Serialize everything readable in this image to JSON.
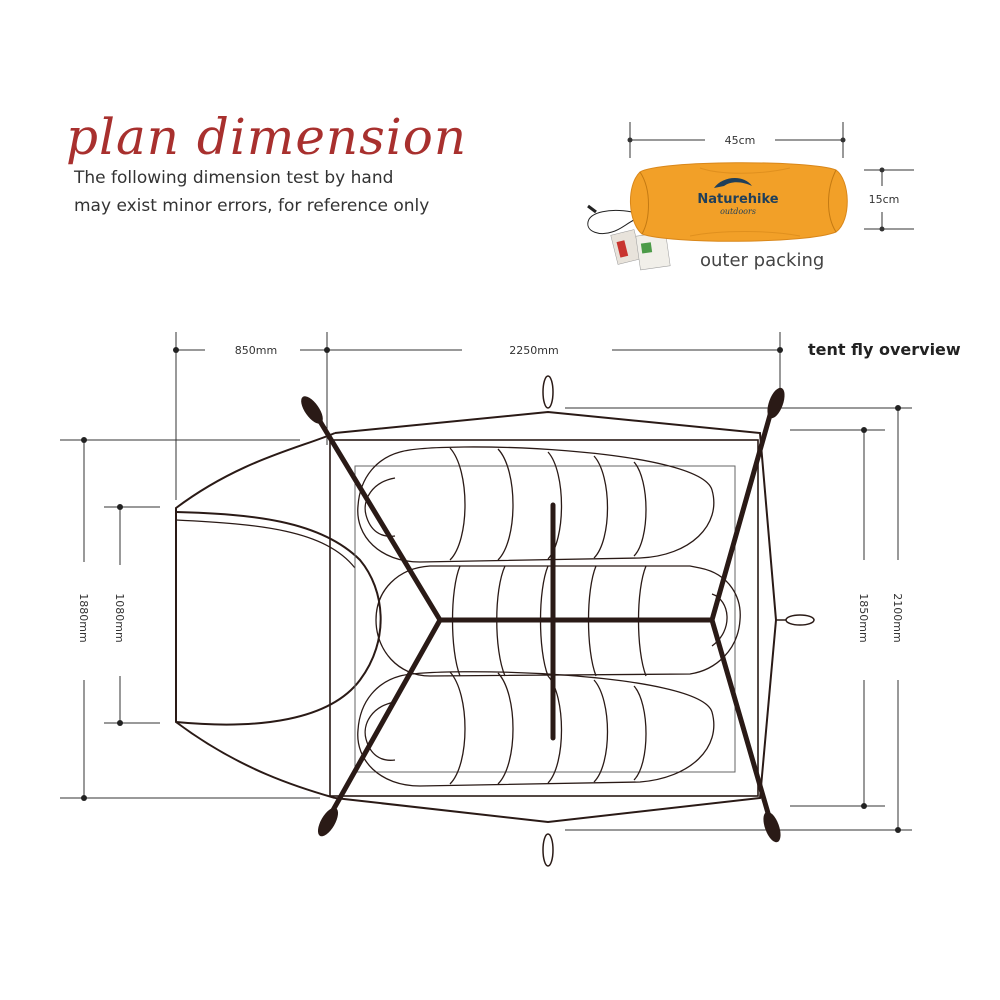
{
  "header": {
    "title": "plan dimension",
    "note_line1": "The following dimension test by hand",
    "note_line2": "may exist minor errors, for reference only"
  },
  "package": {
    "label": "outer packing",
    "width_label": "45cm",
    "height_label": "15cm",
    "brand": "Naturehike",
    "brand_sub": "outdoors",
    "color": "#f2a028"
  },
  "tent": {
    "label": "tent fly overview",
    "dims": {
      "vestibule_depth": "850mm",
      "inner_length": "2250mm",
      "vestibule_outer_width": "1880mm",
      "vestibule_door_width": "1080mm",
      "inner_width": "1850mm",
      "fly_width": "2100mm"
    },
    "line_color": "#2a1a16"
  }
}
